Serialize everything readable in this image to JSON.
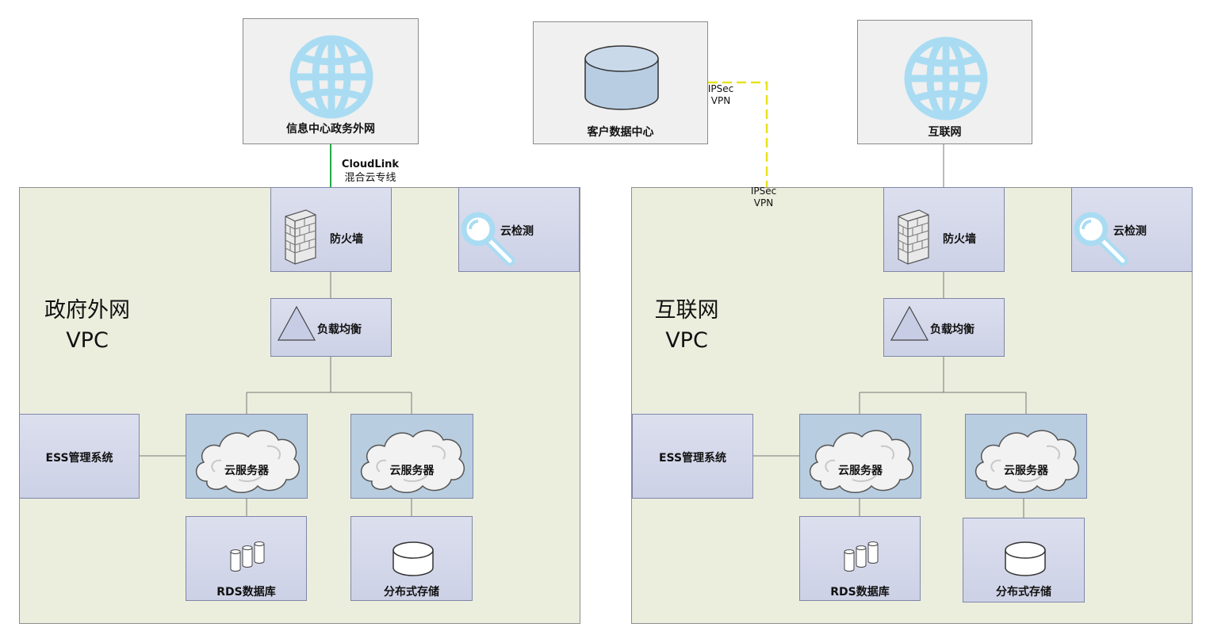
{
  "external": {
    "gov_net": "信息中心政务外网",
    "customer_dc": "客户数据中心",
    "internet": "互联网"
  },
  "links": {
    "cloudlink_title": "CloudLink",
    "cloudlink_sub": "混合云专线",
    "ipsec_1": "IPSec",
    "vpn_1": "VPN",
    "ipsec_2": "IPSec",
    "vpn_2": "VPN"
  },
  "vpc_left": {
    "title_line1": "政府外网",
    "title_line2": "VPC",
    "firewall": "防火墙",
    "detection": "云检测",
    "load_balancer": "负载均衡",
    "ess": "ESS管理系统",
    "server_a": "云服务器",
    "server_b": "云服务器",
    "rds": "RDS数据库",
    "storage": "分布式存储"
  },
  "vpc_right": {
    "title_line1": "互联网",
    "title_line2": "VPC",
    "firewall": "防火墙",
    "detection": "云检测",
    "load_balancer": "负载均衡",
    "ess": "ESS管理系统",
    "server_a": "云服务器",
    "server_b": "云服务器",
    "rds": "RDS数据库",
    "storage": "分布式存储"
  },
  "colors": {
    "globe": "#a9dcf2",
    "vpc_fill": "#ebeedd",
    "node_fill": "#cfd3e7",
    "server_fill": "#b9cde0",
    "cloudlink_line": "#22aa44",
    "vpn_line": "#e8e21a"
  }
}
